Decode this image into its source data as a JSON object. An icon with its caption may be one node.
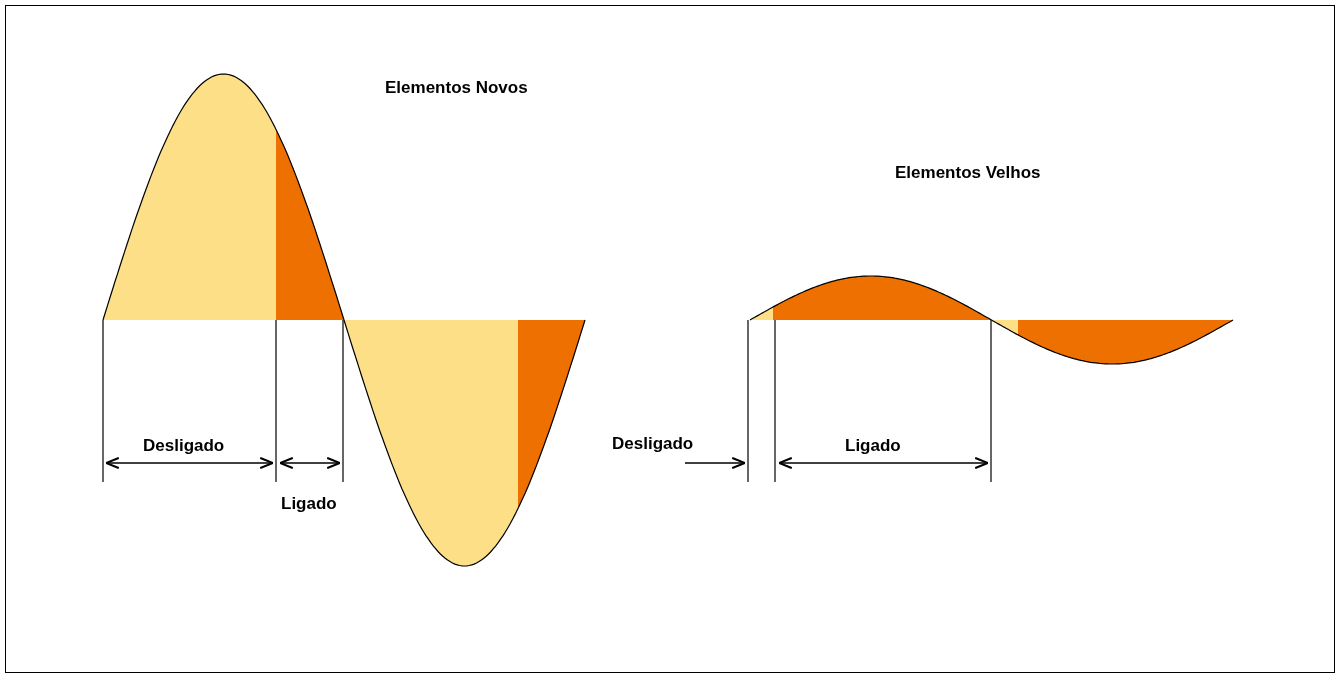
{
  "diagram": {
    "labels": [
      "Elementos Novos",
      "Elementos Velhos",
      "Desligado",
      "Ligado",
      "Desligado",
      "Ligado"
    ]
  }
}
